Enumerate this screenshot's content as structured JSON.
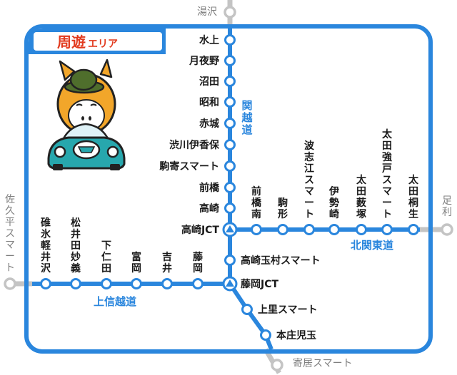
{
  "colors": {
    "frame": "#2a86dd",
    "route": "#2a86dd",
    "outside": "#c4c4c4",
    "badge_bg": "#ffffff",
    "badge_text": "#e23a1e",
    "label": "#1a1a1a",
    "outside_label": "#7f7f7f"
  },
  "badge": {
    "main": "周遊",
    "small": "エリア"
  },
  "mascot_icon": "mascot-horse-driving-car-icon",
  "roads": {
    "kanetsu": "関越道",
    "kitakanto": "北関東道",
    "joshinetsu": "上信越道"
  },
  "outside": {
    "north": "湯沢",
    "east": "足利",
    "west": "佐久平スマート",
    "south": "寄居スマート"
  },
  "kanetsu_stations": [
    "水上",
    "月夜野",
    "沼田",
    "昭和",
    "赤城",
    "渋川伊香保",
    "駒寄スマート",
    "前橋",
    "高崎"
  ],
  "junctions": {
    "takasaki": "高崎JCT",
    "fujioka": "藤岡JCT"
  },
  "mid_station": "高崎玉村スマート",
  "south_stations": [
    "上里スマート",
    "本庄児玉"
  ],
  "kitakanto_stations": [
    "前橋南",
    "駒形",
    "波志江スマート",
    "伊勢崎",
    "太田薮塚",
    "太田強戸スマート",
    "太田桐生"
  ],
  "joshinetsu_stations": [
    "碓氷軽井沢",
    "松井田妙義",
    "下仁田",
    "富岡",
    "吉井",
    "藤岡"
  ]
}
